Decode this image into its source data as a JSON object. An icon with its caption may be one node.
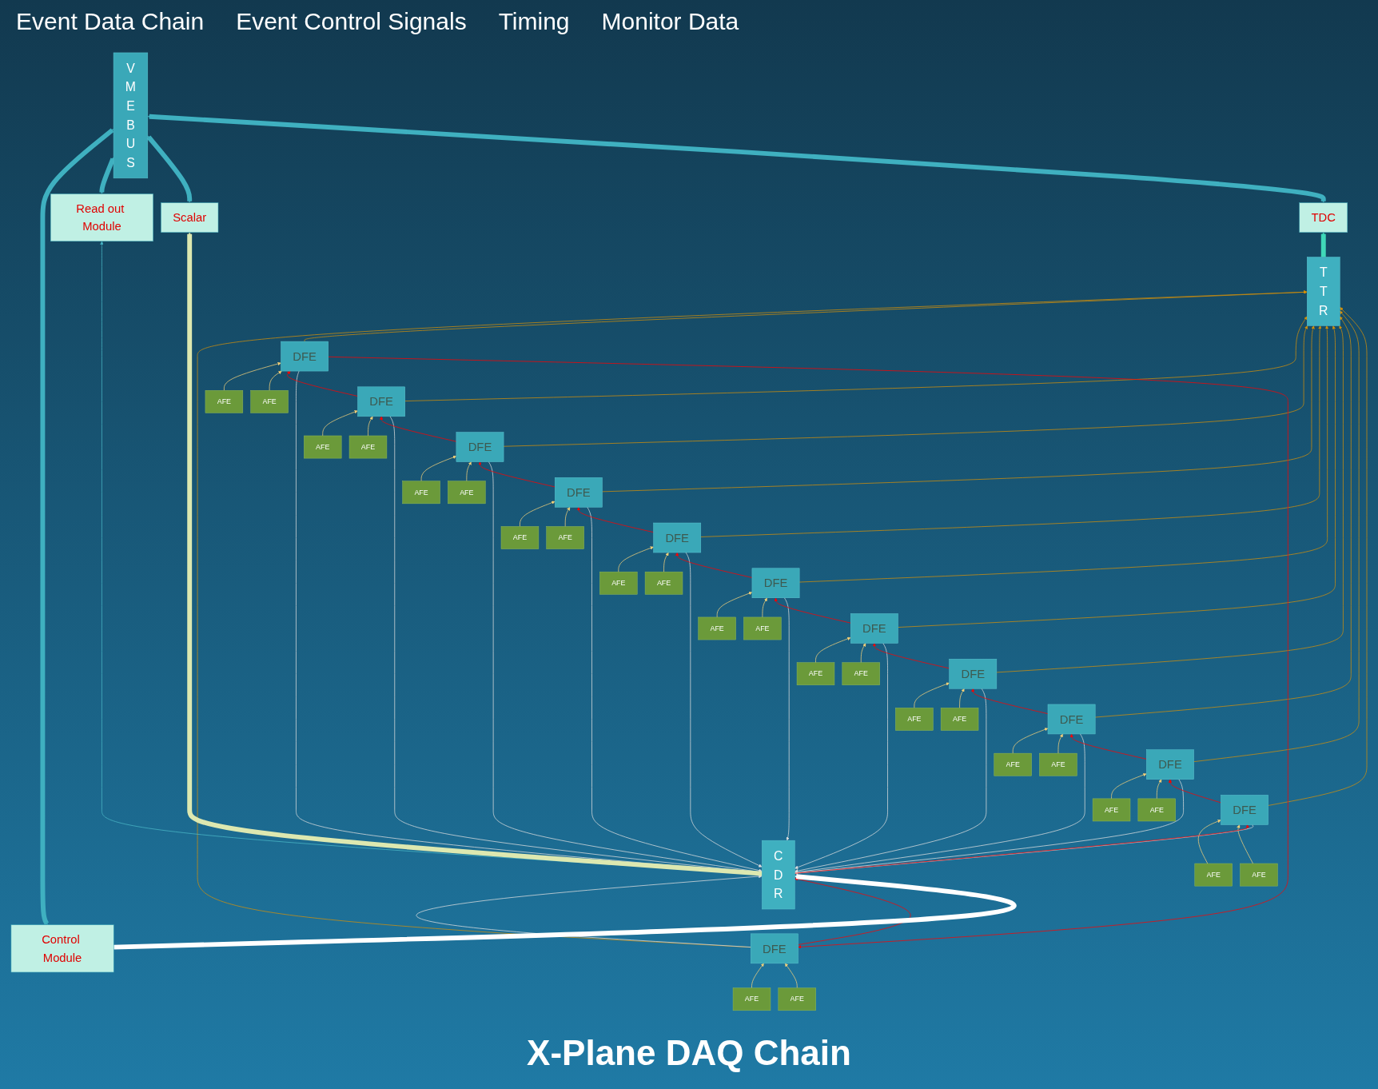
{
  "diagram": {
    "title": "X-Plane DAQ Chain",
    "nodes": [
      {
        "text": [
          "AFE"
        ]
      },
      {
        "text": [
          "AFE"
        ]
      },
      {
        "text": [
          "DFE"
        ]
      },
      {
        "text": [
          "AFE"
        ]
      },
      {
        "text": [
          "AFE"
        ]
      },
      {
        "text": [
          "DFE"
        ]
      },
      {
        "text": [
          "AFE"
        ]
      },
      {
        "text": [
          "AFE"
        ]
      },
      {
        "text": [
          "DFE"
        ]
      },
      {
        "text": [
          "AFE"
        ]
      },
      {
        "text": [
          "AFE"
        ]
      },
      {
        "text": [
          "DFE"
        ]
      },
      {
        "text": [
          "AFE"
        ]
      },
      {
        "text": [
          "AFE"
        ]
      },
      {
        "text": [
          "DFE"
        ]
      },
      {
        "text": [
          "AFE"
        ]
      },
      {
        "text": [
          "AFE"
        ]
      },
      {
        "text": [
          "DFE"
        ]
      },
      {
        "text": [
          "AFE"
        ]
      },
      {
        "text": [
          "AFE"
        ]
      },
      {
        "text": [
          "DFE"
        ]
      },
      {
        "text": [
          "AFE"
        ]
      },
      {
        "text": [
          "AFE"
        ]
      },
      {
        "text": [
          "DFE"
        ]
      },
      {
        "text": [
          "AFE"
        ]
      },
      {
        "text": [
          "AFE"
        ]
      },
      {
        "text": [
          "DFE"
        ]
      },
      {
        "text": [
          "AFE"
        ]
      },
      {
        "text": [
          "AFE"
        ]
      },
      {
        "text": [
          "DFE"
        ]
      },
      {
        "text": [
          "AFE"
        ]
      },
      {
        "text": [
          "AFE"
        ]
      },
      {
        "text": [
          "DFE"
        ]
      },
      {
        "text": [
          "AFE"
        ]
      },
      {
        "text": [
          "AFE"
        ]
      },
      {
        "text": [
          "DFE"
        ]
      },
      {
        "text": [
          "C D R"
        ]
      },
      {
        "text": [
          "T T R"
        ]
      },
      {
        "text": [
          "Control Module"
        ]
      },
      {
        "text": [
          "Read out Module"
        ]
      },
      {
        "text": [
          "Scalar"
        ]
      },
      {
        "text": [
          "TDC"
        ]
      },
      {
        "text": [
          "V M E B U S"
        ]
      }
    ],
    "edges": [
      {
        "from": 0,
        "to": 2,
        "arrow": "to"
      },
      {
        "from": 1,
        "to": 2,
        "arrow": "to"
      },
      {
        "from": 3,
        "to": 5,
        "arrow": "to"
      },
      {
        "from": 4,
        "to": 5,
        "arrow": "to"
      },
      {
        "from": 6,
        "to": 8,
        "arrow": "to"
      },
      {
        "from": 7,
        "to": 8,
        "arrow": "to"
      },
      {
        "from": 9,
        "to": 11,
        "arrow": "to"
      },
      {
        "from": 10,
        "to": 11,
        "arrow": "to"
      },
      {
        "from": 12,
        "to": 14,
        "arrow": "to"
      },
      {
        "from": 13,
        "to": 14,
        "arrow": "to"
      },
      {
        "from": 15,
        "to": 17,
        "arrow": "to"
      },
      {
        "from": 16,
        "to": 17,
        "arrow": "to"
      },
      {
        "from": 18,
        "to": 20,
        "arrow": "to"
      },
      {
        "from": 19,
        "to": 20,
        "arrow": "to"
      },
      {
        "from": 21,
        "to": 23,
        "arrow": "to"
      },
      {
        "from": 22,
        "to": 23,
        "arrow": "to"
      },
      {
        "from": 24,
        "to": 26,
        "arrow": "to"
      },
      {
        "from": 25,
        "to": 26,
        "arrow": "to"
      },
      {
        "from": 27,
        "to": 29,
        "arrow": "to"
      },
      {
        "from": 28,
        "to": 29,
        "arrow": "to"
      },
      {
        "from": 30,
        "to": 32,
        "arrow": "to"
      },
      {
        "from": 31,
        "to": 32,
        "arrow": "to"
      },
      {
        "from": 33,
        "to": 35,
        "arrow": "to"
      },
      {
        "from": 34,
        "to": 35,
        "arrow": "to"
      },
      {
        "from": 2,
        "to": 37,
        "arrow": "to",
        "color": "#d4900a"
      },
      {
        "from": 2,
        "to": 36,
        "arrow": "to",
        "color": "#e0e0e0"
      },
      {
        "from": 5,
        "to": 37,
        "arrow": "to",
        "color": "#d4900a"
      },
      {
        "from": 5,
        "to": 36,
        "arrow": "to",
        "color": "#e0e0e0"
      },
      {
        "from": 8,
        "to": 37,
        "arrow": "to",
        "color": "#d4900a"
      },
      {
        "from": 8,
        "to": 36,
        "arrow": "to",
        "color": "#e0e0e0"
      },
      {
        "from": 11,
        "to": 37,
        "arrow": "to",
        "color": "#d4900a"
      },
      {
        "from": 11,
        "to": 36,
        "arrow": "to",
        "color": "#e0e0e0"
      },
      {
        "from": 14,
        "to": 37,
        "arrow": "to",
        "color": "#d4900a"
      },
      {
        "from": 14,
        "to": 36,
        "arrow": "to",
        "color": "#e0e0e0"
      },
      {
        "from": 17,
        "to": 37,
        "arrow": "to",
        "color": "#d4900a"
      },
      {
        "from": 17,
        "to": 36,
        "arrow": "to",
        "color": "#e0e0e0"
      },
      {
        "from": 20,
        "to": 37,
        "arrow": "to",
        "color": "#d4900a"
      },
      {
        "from": 20,
        "to": 36,
        "arrow": "to",
        "color": "#e0e0e0"
      },
      {
        "from": 23,
        "to": 37,
        "arrow": "to",
        "color": "#d4900a"
      },
      {
        "from": 23,
        "to": 36,
        "arrow": "to",
        "color": "#e0e0e0"
      },
      {
        "from": 26,
        "to": 37,
        "arrow": "to",
        "color": "#d4900a"
      },
      {
        "from": 26,
        "to": 36,
        "arrow": "to",
        "color": "#e0e0e0"
      },
      {
        "from": 29,
        "to": 37,
        "arrow": "to",
        "color": "#d4900a"
      },
      {
        "from": 29,
        "to": 36,
        "arrow": "to",
        "color": "#e0e0e0"
      },
      {
        "from": 32,
        "to": 37,
        "arrow": "to",
        "color": "#d4900a"
      },
      {
        "from": 32,
        "to": 36,
        "arrow": "to",
        "color": "#e0e0e0"
      },
      {
        "from": 35,
        "to": 37,
        "arrow": "to",
        "color": "#d4900a"
      },
      {
        "from": 35,
        "to": 36,
        "arrow": "to",
        "color": "#e0e0e0"
      },
      {
        "from": 5,
        "to": 2,
        "arrow": "to",
        "color": "#ff0000"
      },
      {
        "from": 8,
        "to": 5,
        "arrow": "to",
        "color": "#ff0000"
      },
      {
        "from": 11,
        "to": 8,
        "arrow": "to",
        "color": "#ff0000"
      },
      {
        "from": 14,
        "to": 11,
        "arrow": "to",
        "color": "#ff0000"
      },
      {
        "from": 17,
        "to": 14,
        "arrow": "to",
        "color": "#ff0000"
      },
      {
        "from": 20,
        "to": 17,
        "arrow": "to",
        "color": "#ff0000"
      },
      {
        "from": 23,
        "to": 20,
        "arrow": "to",
        "color": "#ff0000"
      },
      {
        "from": 26,
        "to": 23,
        "arrow": "to",
        "color": "#ff0000"
      },
      {
        "from": 29,
        "to": 26,
        "arrow": "to",
        "color": "#ff0000"
      },
      {
        "from": 32,
        "to": 29,
        "arrow": "to",
        "color": "#ff0000"
      },
      {
        "from": 35,
        "to": 32,
        "arrow": "to",
        "color": "#ff0000"
      },
      {
        "from": 2,
        "to": 36,
        "arrow": "to",
        "color": "#ff0000"
      },
      {
        "from": 36,
        "to": 35,
        "arrow": "to",
        "color": "#ff0000"
      },
      {
        "from": 38,
        "to": 36,
        "arrow": "to",
        "style": "thick",
        "color": "#ffffff"
      },
      {
        "from": 36,
        "to": 39,
        "arrow": "to",
        "color": "#4ab8c8"
      },
      {
        "from": 36,
        "to": 40,
        "arrow": "to",
        "style": "thick",
        "color": "#dde8b0"
      },
      {
        "from": 37,
        "to": 41,
        "arrow": "to",
        "style": "thick",
        "color": "#40d8b8"
      },
      {
        "from": 38,
        "to": 42,
        "arrow": "both",
        "style": "thick",
        "color": "#3fb0c0"
      },
      {
        "from": 39,
        "to": 42,
        "arrow": "both",
        "style": "thick",
        "color": "#3fb0c0"
      },
      {
        "from": 40,
        "to": 42,
        "arrow": "both",
        "style": "thick",
        "color": "#3fb0c0"
      },
      {
        "from": 41,
        "to": 42,
        "arrow": "both",
        "style": "thick",
        "color": "#3fb0c0"
      }
    ],
    "labels": [
      "Event Data Chain",
      "Event Control Signals",
      "Timing",
      "Monitor Data"
    ]
  }
}
